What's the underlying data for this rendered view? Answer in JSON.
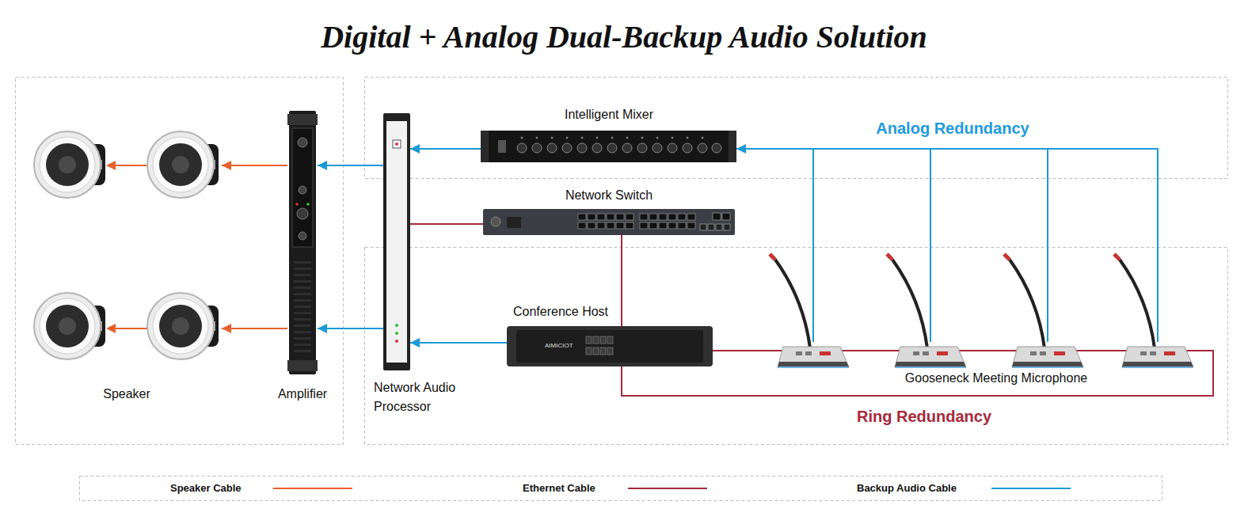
{
  "diagram": {
    "title": "Digital + Analog Dual-Backup Audio Solution",
    "nodes": [
      {
        "text": [
          "Speaker"
        ]
      },
      {
        "text": [
          "Amplifier"
        ]
      },
      {
        "text": [
          "Network Audio Processor"
        ]
      },
      {
        "text": [
          "Intelligent Mixer"
        ]
      },
      {
        "text": [
          "Network Switch"
        ]
      },
      {
        "text": [
          "Conference Host"
        ]
      },
      {
        "text": [
          "Gooseneck Meeting Microphone"
        ]
      }
    ],
    "edges": [
      {
        "from": 1,
        "to": 0,
        "arrow": "to"
      },
      {
        "from": 1,
        "to": 0,
        "arrow": "to"
      },
      {
        "from": 2,
        "to": 1,
        "arrow": "to"
      },
      {
        "from": 2,
        "to": 1,
        "arrow": "to"
      },
      {
        "from": 3,
        "to": 2,
        "arrow": "to"
      },
      {
        "from": 5,
        "to": 2,
        "arrow": "to"
      },
      {
        "from": 6,
        "to": 3,
        "arrow": "to"
      },
      {
        "from": 2,
        "to": 4,
        "arrow": "none"
      },
      {
        "from": 5,
        "to": 6,
        "arrow": "none"
      },
      {
        "from": 4,
        "to": 6,
        "arrow": "none"
      }
    ],
    "labels": [
      "Analog Redundancy",
      "Ring Redundancy",
      "AIMICIOT"
    ],
    "legend": [
      {
        "text": "Speaker Cable"
      },
      {
        "text": "Ethernet Cable"
      },
      {
        "text": "Backup Audio Cable"
      }
    ]
  }
}
